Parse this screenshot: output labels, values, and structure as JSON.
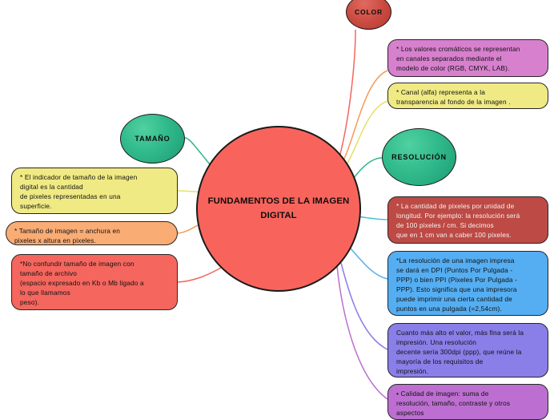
{
  "diagram": {
    "type": "mind-map",
    "central": {
      "label": "FUNDAMENTOS DE LA\nIMAGEN DIGITAL",
      "color": "#f8645c"
    },
    "branches": [
      {
        "id": "tamano",
        "label": "TAMAÑO",
        "color": "#2fb88a",
        "side": "left",
        "leaves": [
          {
            "id": "tam-1",
            "text": "* El indicador de tamaño de la imagen\ndigital es la cantidad\nde pixeles representadas en una\nsuperficie.",
            "color": "#f0ea84",
            "connector_color": "#e8de66"
          },
          {
            "id": "tam-2",
            "text": "* Tamaño de imagen = anchura en\npixeles x altura en pixeles.",
            "color": "#f9ac74",
            "connector_color": "#f59a57"
          },
          {
            "id": "tam-3",
            "text": "*No confundir tamaño de imagen con\ntamaño de archivo\n(espacio expresado en Kb o Mb ligado a\nlo que llamamos\npeso).",
            "color": "#f4665e",
            "connector_color": "#f4665e"
          }
        ]
      },
      {
        "id": "color",
        "label": "COLOR",
        "color": "#c9493f",
        "side": "right-top",
        "connector_color": "#f4665e",
        "leaves": [
          {
            "id": "col-1",
            "text": "* Los valores cromáticos se representan\nen canales separados mediante el\nmodelo de color (RGB, CMYK, LAB).",
            "color": "#d780ce",
            "connector_color": "#f59a57"
          },
          {
            "id": "col-2",
            "text": "* Canal (alfa) representa a la\ntransparencia al fondo de la imagen .",
            "color": "#f0ea84",
            "connector_color": "#e8de66"
          }
        ]
      },
      {
        "id": "resolucion",
        "label": "RESOLUCIÓN",
        "color": "#2fb88a",
        "side": "right",
        "connector_color": "#2fb88a",
        "leaves": [
          {
            "id": "res-1",
            "text": "*  La cantidad de pixeles por unidad de\nlongitud. Por ejemplo: la resolución será\nde 100 pixeles / cm. Si decimos\nque en 1 cm van a caber 100 pixeles.",
            "color": "#bd4a45",
            "connector_color": "#39c2d6"
          },
          {
            "id": "res-2",
            "text": "*La resolución de una imagen impresa\nse dará en DPI (Puntos Por Pulgada -\nPPP) o bien PPI (Pixeles Por Pulgada -\nPPP). Esto significa que una impresora\npuede imprimir una cierta cantidad de\npuntos en una pulgada (=2,54cm).",
            "color": "#55aef2",
            "connector_color": "#55aef2"
          },
          {
            "id": "res-3",
            "text": "Cuanto más alto el valor, más fina será la\nimpresión. Una resolución\ndecente sería 300dpi (ppp), que reúne la\nmayoría de los requisitos de\nimpresión.",
            "color": "#8a7ee8",
            "connector_color": "#8a7ee8"
          },
          {
            "id": "res-4",
            "text": "• Calidad de imagen: suma de\nresolución, tamaño, contraste y otros\naspectos",
            "color": "#bc6fd0",
            "connector_color": "#bc6fd0"
          }
        ]
      }
    ]
  }
}
